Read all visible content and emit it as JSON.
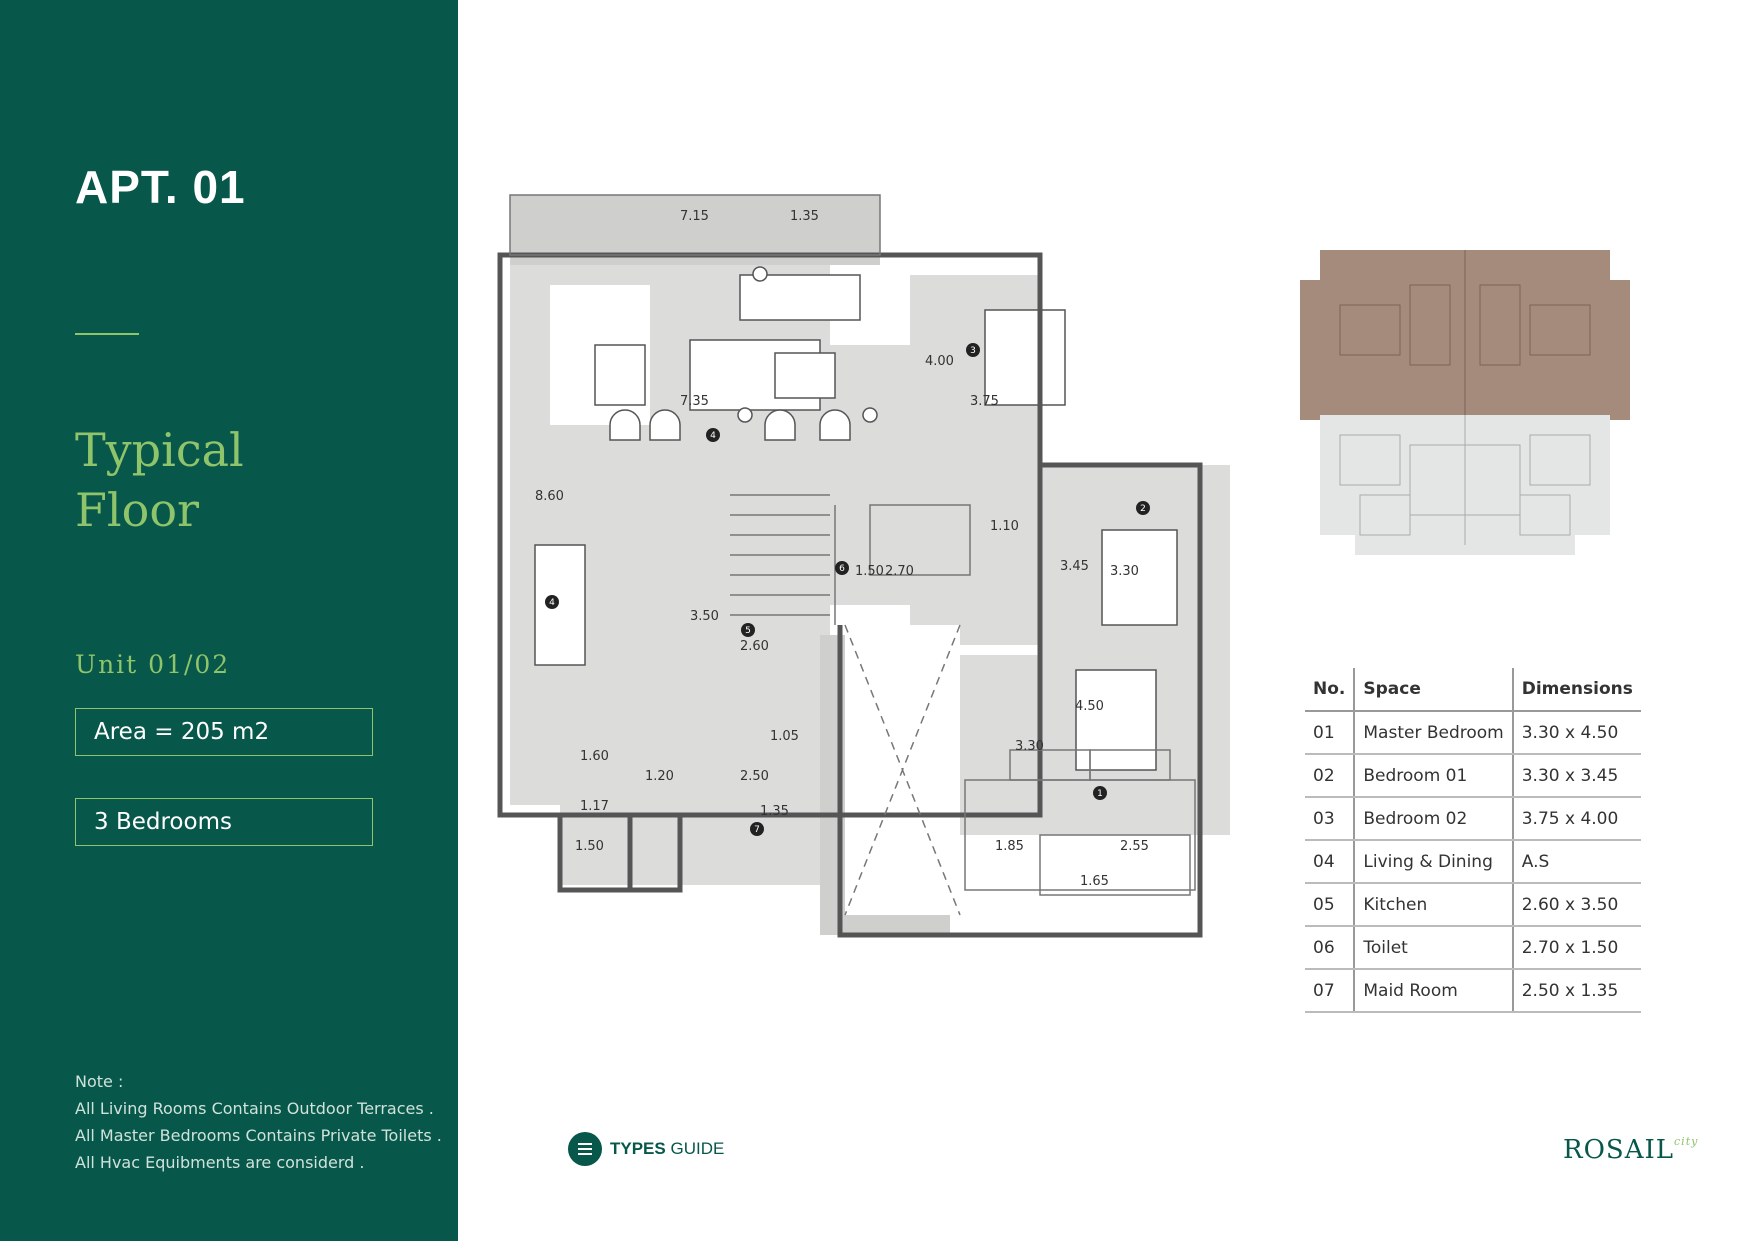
{
  "sidebar": {
    "apt_title": "APT. 01",
    "floor_title_line1": "Typical",
    "floor_title_line2": "Floor",
    "unit_label": "Unit 01/02",
    "area": "Area = 205 m2",
    "bedrooms": "3 Bedrooms",
    "note": {
      "heading": "Note :",
      "lines": [
        "All Living Rooms Contains Outdoor Terraces .",
        "All Master Bedrooms Contains Private Toilets .",
        "All Hvac Equibments are considerd ."
      ]
    }
  },
  "plan": {
    "dimensions": [
      "7.15",
      "1.35",
      "4.00",
      "3.75",
      "7.35",
      "8.60",
      "1.10",
      "3.45",
      "3.30",
      "1.50",
      "2.70",
      "3.50",
      "2.60",
      "4.50",
      "3.30",
      "1.05",
      "2.50",
      "1.60",
      "1.17",
      "1.20",
      "1.35",
      "1.50",
      "1.85",
      "2.55",
      "1.65"
    ],
    "markers": [
      "1",
      "2",
      "3",
      "4",
      "4",
      "5",
      "6",
      "7"
    ]
  },
  "table": {
    "headers": [
      "No.",
      "Space",
      "Dimensions"
    ],
    "rows": [
      [
        "01",
        "Master Bedroom",
        "3.30 x  4.50"
      ],
      [
        "02",
        "Bedroom 01",
        "3.30 x  3.45"
      ],
      [
        "03",
        "Bedroom 02",
        "3.75 x  4.00"
      ],
      [
        "04",
        "Living & Dining",
        "A.S"
      ],
      [
        "05",
        "Kitchen",
        "2.60 x  3.50"
      ],
      [
        "06",
        "Toilet",
        "2.70  x  1.50"
      ],
      [
        "07",
        "Maid Room",
        "2.50  x   1.35"
      ]
    ]
  },
  "footer": {
    "guide_bold": "TYPES",
    "guide_rest": " GUIDE",
    "logo": "ROSAIL",
    "logo_sub": "city"
  },
  "colors": {
    "brand_green": "#07574a",
    "accent_green": "#8fc46a"
  }
}
